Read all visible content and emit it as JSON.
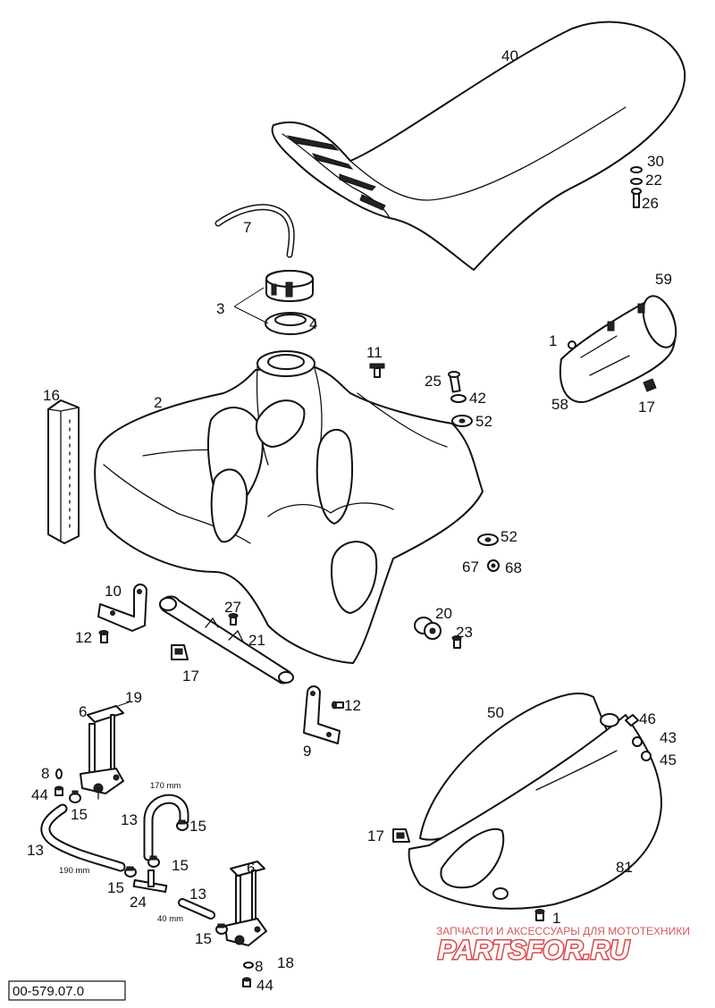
{
  "diagram_code": "00-579.07.0",
  "watermark": {
    "tagline": "ЗАПЧАСТИ И АКСЕССУАРЫ ДЛЯ МОТОТЕХНИКИ",
    "brand": "PARTSFOR.RU"
  },
  "dimensions": {
    "hose_170": "170 mm",
    "hose_190": "190 mm",
    "hose_40": "40 mm"
  },
  "labels": {
    "seat": "40",
    "seat_washer_a": "30",
    "seat_washer_b": "22",
    "seat_screw": "26",
    "vent_hose": "7",
    "cap": "3",
    "cap_seal": "4",
    "cover_clip": "59",
    "cover_screw": "1",
    "cover": "58",
    "cover_clip_b": "17",
    "tank_screw": "11",
    "bolt_25": "25",
    "washer_42": "42",
    "washer_52a": "52",
    "strip": "16",
    "tank": "2",
    "washer_52b": "52",
    "nut_67": "67",
    "nut_68": "68",
    "bracket_left": "10",
    "screw_27": "27",
    "crossbar": "21",
    "screw_12a": "12",
    "clip_17": "17",
    "grommet_20": "20",
    "screw_23": "23",
    "bracket_right": "9",
    "screw_12b": "12",
    "tap_top_6": "6",
    "tap_top_19": "19",
    "washer_8a": "8",
    "screw_44a": "44",
    "clamp_15a": "15",
    "hose_13a": "13",
    "clamp_15b": "15",
    "hose_13b": "13",
    "clamp_15c": "15",
    "clamp_15d": "15",
    "tee_24": "24",
    "hose_13c": "13",
    "tap_bottom_6": "6",
    "clamp_15e": "15",
    "washer_8b": "8",
    "tap_bottom_18": "18",
    "screw_44b": "44",
    "spoiler_inner": "50",
    "nut_46": "46",
    "nut_43": "43",
    "nut_45": "45",
    "clip_17c": "17",
    "spoiler": "81",
    "spoiler_screw": "1"
  }
}
